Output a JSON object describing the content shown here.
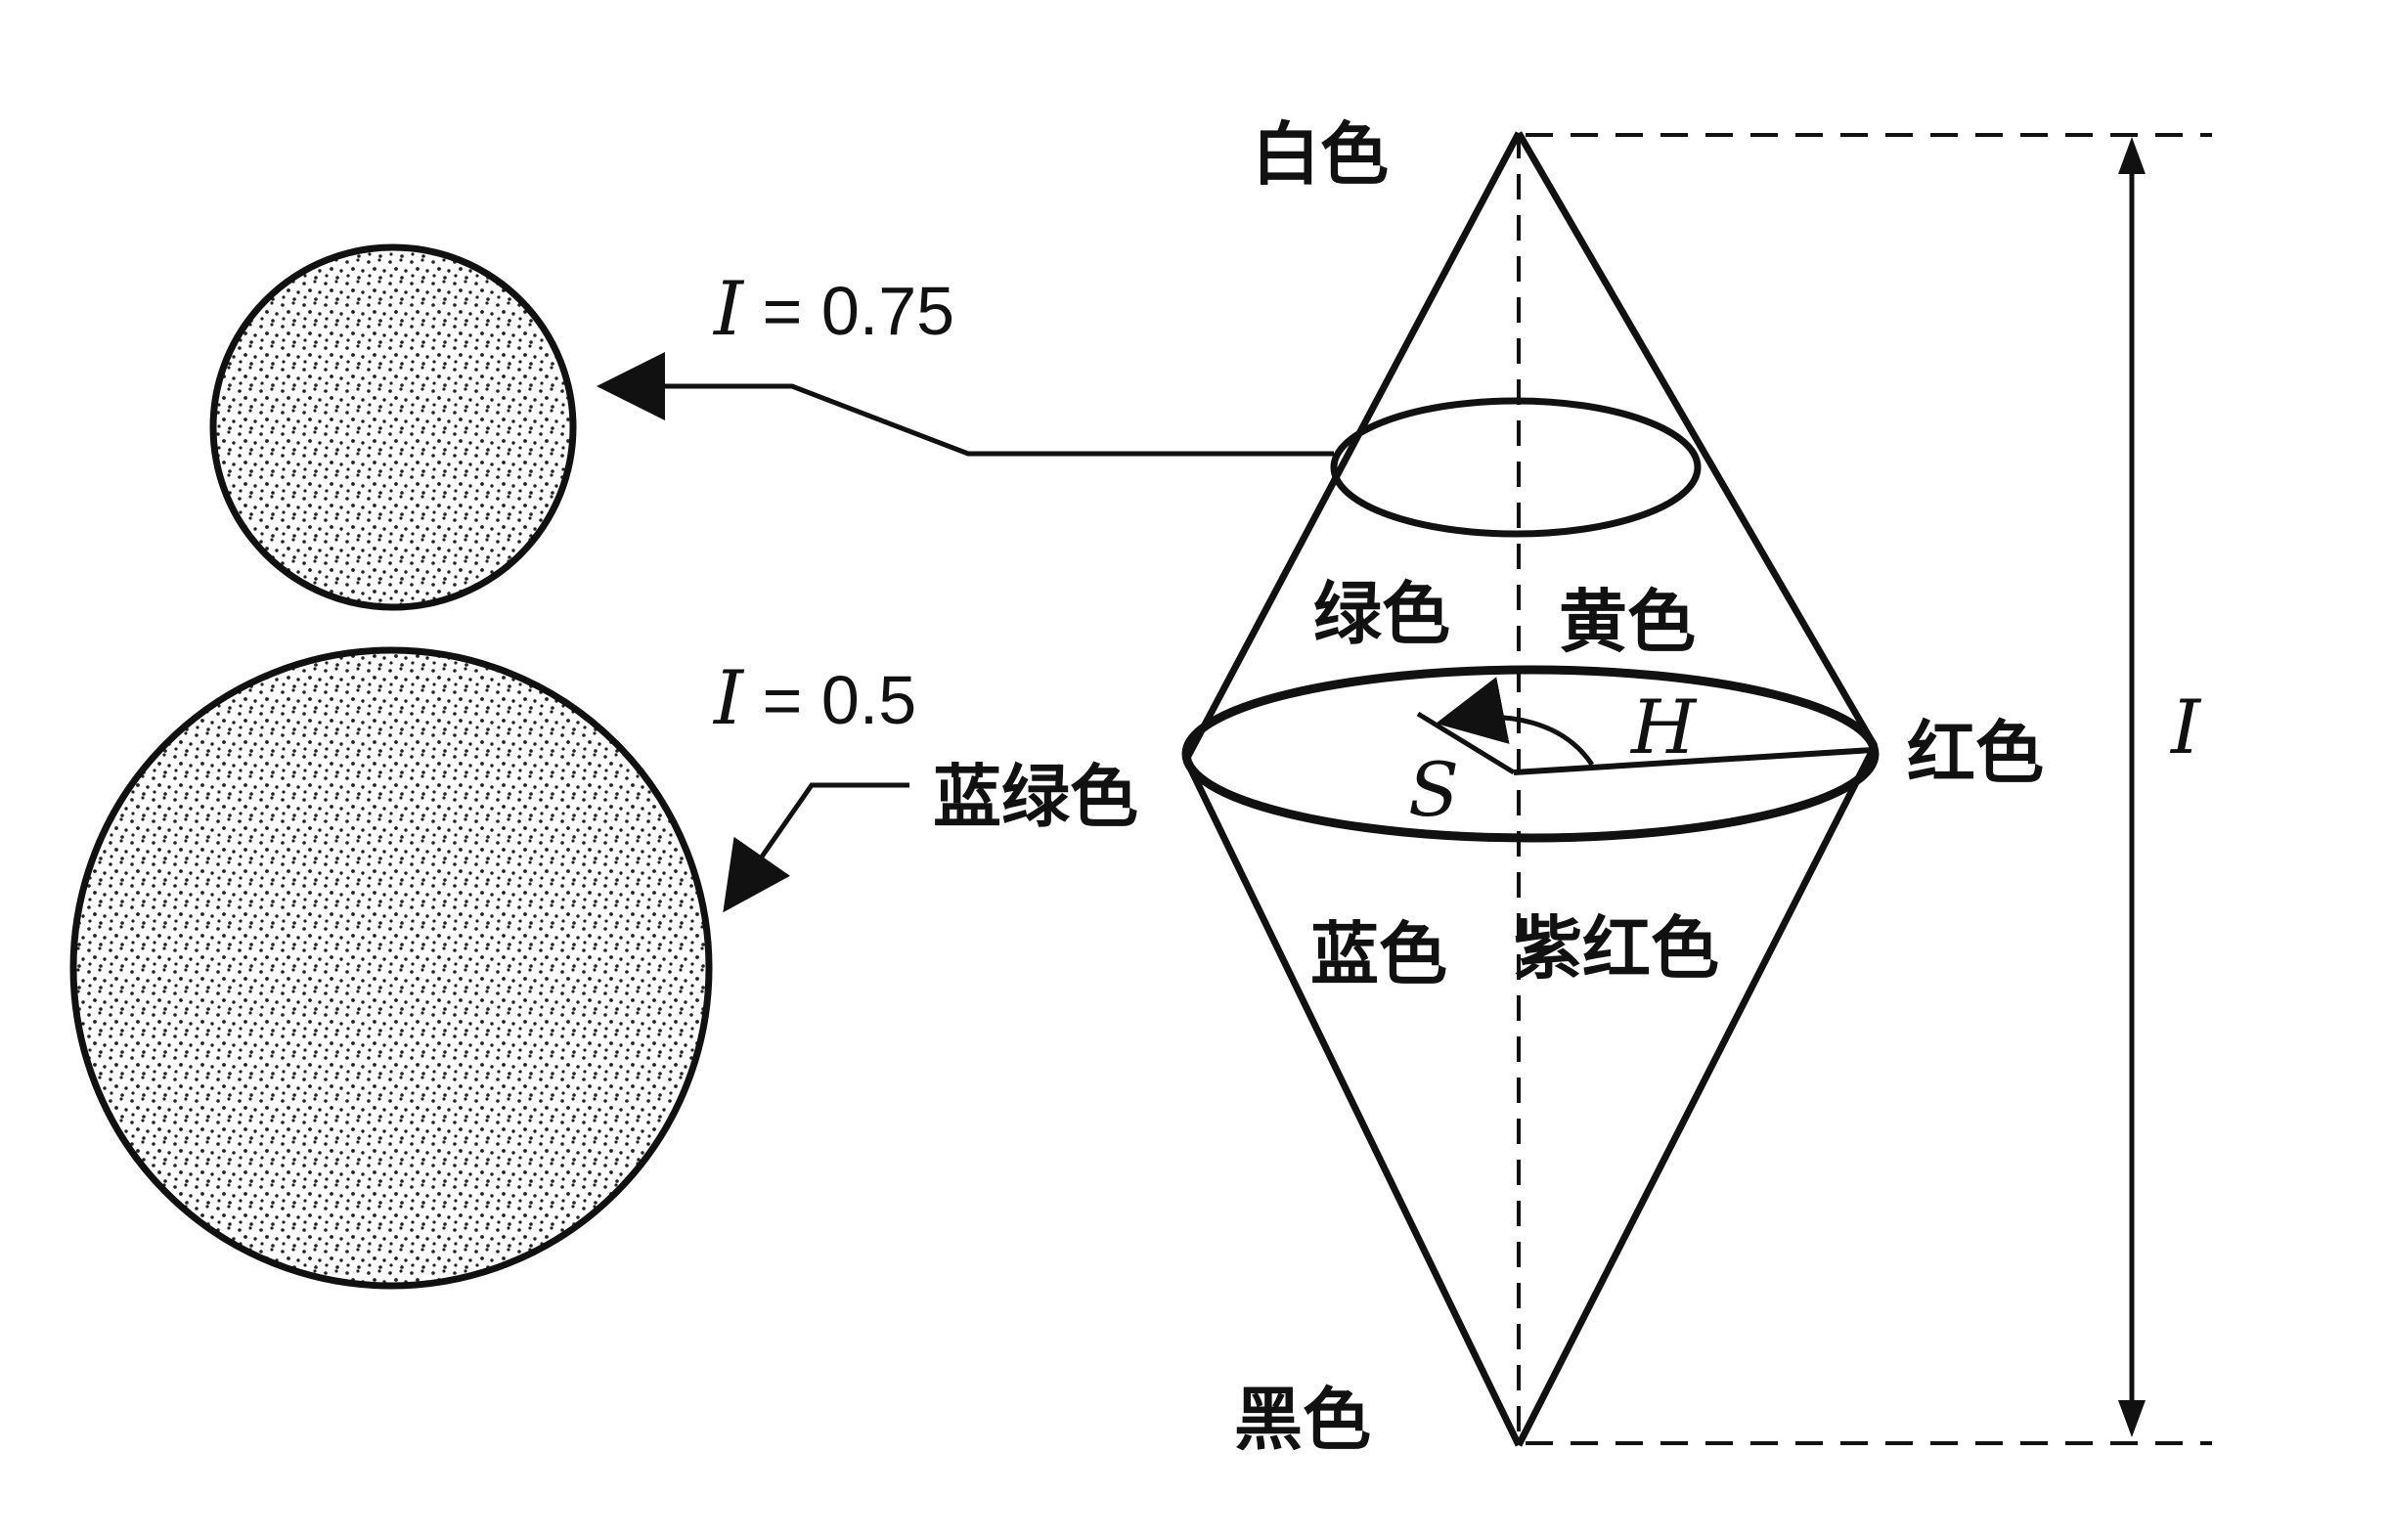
{
  "labels": {
    "white": "白色",
    "black": "黑色",
    "green": "绿色",
    "yellow": "黄色",
    "cyan": "蓝绿色",
    "red": "红色",
    "blue": "蓝色",
    "magenta": "紫红色",
    "hue": "H",
    "saturation": "S",
    "intensity_axis": "I"
  },
  "slices": [
    {
      "var": "I",
      "eq": " = ",
      "value": "0.75"
    },
    {
      "var": "I",
      "eq": " = ",
      "value": "0.5"
    }
  ],
  "colors": {
    "ink": "#111111",
    "background": "#ffffff"
  }
}
